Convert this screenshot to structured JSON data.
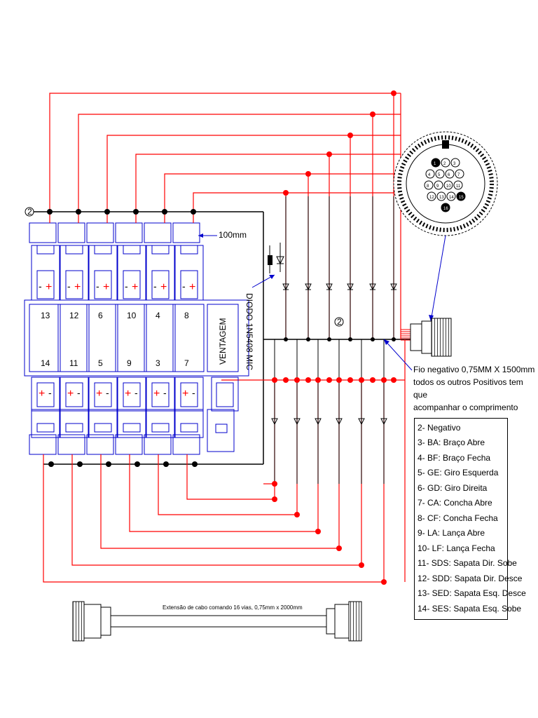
{
  "valves_top": [
    {
      "top": "13",
      "bottom": "14"
    },
    {
      "top": "12",
      "bottom": "11"
    },
    {
      "top": "6",
      "bottom": "5"
    },
    {
      "top": "10",
      "bottom": "9"
    },
    {
      "top": "4",
      "bottom": "3"
    },
    {
      "top": "8",
      "bottom": "7"
    }
  ],
  "ventagem_label": "VENTAGEM",
  "diode_label": "DIODO 1N5408 MIC",
  "dimension_label": "100mm",
  "node_label": "2",
  "note_lines": [
    "Fio negativo 0,75MM X 1500mm",
    "todos os outros Positivos tem que",
    "acompanhar o comprimento"
  ],
  "legend": [
    "2- Negativo",
    "3- BA: Braço Abre",
    "4- BF: Braço Fecha",
    "5- GE: Giro Esquerda",
    "6- GD: Giro Direita",
    "7- CA: Concha Abre",
    "8- CF: Concha Fecha",
    "9- LA: Lança Abre",
    "10- LF: Lança Fecha",
    "11- SDS: Sapata Dir. Sobe",
    "12- SDD: Sapata Dir. Desce",
    "13- SED: Sapata Esq. Desce",
    "14- SES: Sapata Esq. Sobe"
  ],
  "cable_label": "Extensão de cabo comando 16 vias, 0,75mm x 2000mm",
  "connector_pins": [
    "1",
    "2",
    "3",
    "4",
    "5",
    "6",
    "7",
    "8",
    "9",
    "10",
    "11",
    "12",
    "13",
    "14",
    "15",
    "16"
  ],
  "sign_plus": "+",
  "sign_minus": "-",
  "colors": {
    "positive": "#ff0000",
    "negative": "#000000",
    "valve": "#0000cc"
  }
}
